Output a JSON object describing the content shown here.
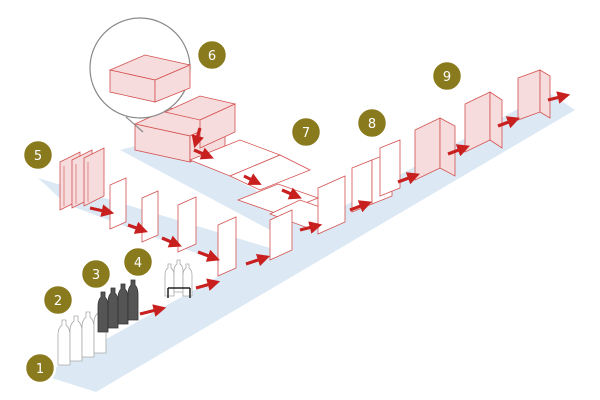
{
  "colors": {
    "conveyor": "#dce9f5",
    "outline": "#d35250",
    "box_fill": "#f6dcdc",
    "arrow": "#c8201f",
    "badge": "#8a7a1e",
    "badge_ring": "#ffffff",
    "bottle_grey": "#aaaaaa",
    "bottle_dark": "#555555"
  },
  "steps": [
    {
      "label": "1"
    },
    {
      "label": "2"
    },
    {
      "label": "3"
    },
    {
      "label": "4"
    },
    {
      "label": "5"
    },
    {
      "label": "6"
    },
    {
      "label": "7"
    },
    {
      "label": "8"
    },
    {
      "label": "9"
    }
  ],
  "icons": [
    "bottle-icon",
    "flow-arrow-icon",
    "flat-blank-icon",
    "sleeve-icon",
    "carton-icon",
    "magnifier-icon"
  ]
}
